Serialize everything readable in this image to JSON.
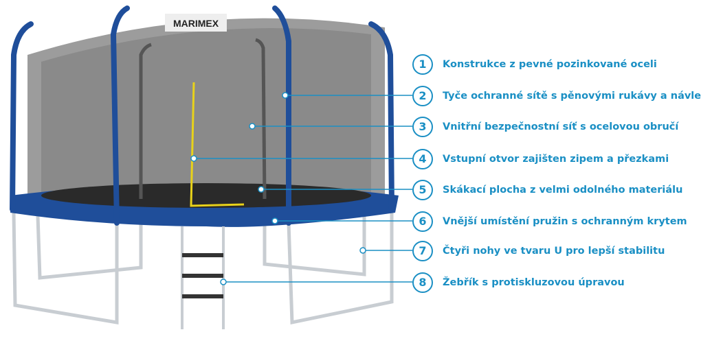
{
  "brand": "MARIMEX",
  "accent_color": "#1a8fc4",
  "callouts": [
    {
      "number": "1",
      "text": "Konstrukce z pevné pozinkované oceli"
    },
    {
      "number": "2",
      "text": "Tyče ochranné sítě s pěnovými rukávy a návleky"
    },
    {
      "number": "3",
      "text": "Vnitřní bezpečnostní síť s ocelovou obručí"
    },
    {
      "number": "4",
      "text": "Vstupní otvor zajišten zipem a přezkami"
    },
    {
      "number": "5",
      "text": "Skákací plocha z velmi odolného materiálu"
    },
    {
      "number": "6",
      "text": "Vnější umístění pružin s ochranným krytem"
    },
    {
      "number": "7",
      "text": "Čtyři nohy ve tvaru U pro lepší stabilitu"
    },
    {
      "number": "8",
      "text": "Žebřík s protiskluzovou úpravou"
    }
  ]
}
